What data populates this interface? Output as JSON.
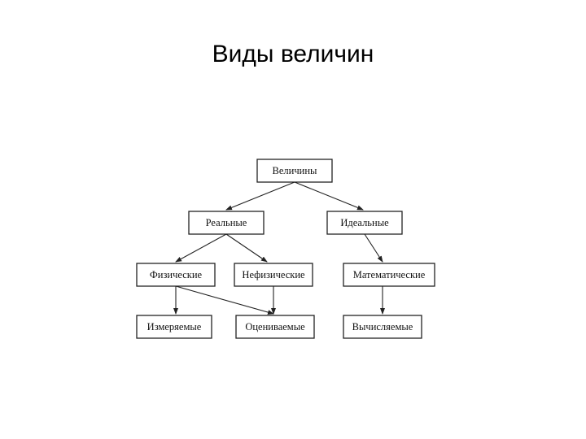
{
  "title": "Виды величин",
  "diagram": {
    "nodes": {
      "root": "Величины",
      "real": "Реальные",
      "ideal": "Идеальные",
      "physical": "Физические",
      "nonphysical": "Нефизические",
      "mathematical": "Математические",
      "measurable": "Измеряемые",
      "estimated": "Оцениваемые",
      "computed": "Вычисляемые"
    },
    "edges": [
      [
        "root",
        "real"
      ],
      [
        "root",
        "ideal"
      ],
      [
        "real",
        "physical"
      ],
      [
        "real",
        "nonphysical"
      ],
      [
        "ideal",
        "mathematical"
      ],
      [
        "physical",
        "measurable"
      ],
      [
        "physical",
        "estimated"
      ],
      [
        "nonphysical",
        "estimated"
      ],
      [
        "mathematical",
        "computed"
      ]
    ]
  }
}
